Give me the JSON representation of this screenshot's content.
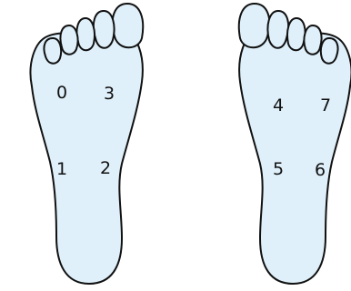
{
  "diagram": {
    "fill_color": "#dff0fa",
    "outline_color": "#111111",
    "left_foot": {
      "labels": {
        "l0": "0",
        "l1": "1",
        "l2": "2",
        "l3": "3"
      }
    },
    "right_foot": {
      "labels": {
        "l4": "4",
        "l5": "5",
        "l6": "6",
        "l7": "7"
      }
    }
  }
}
